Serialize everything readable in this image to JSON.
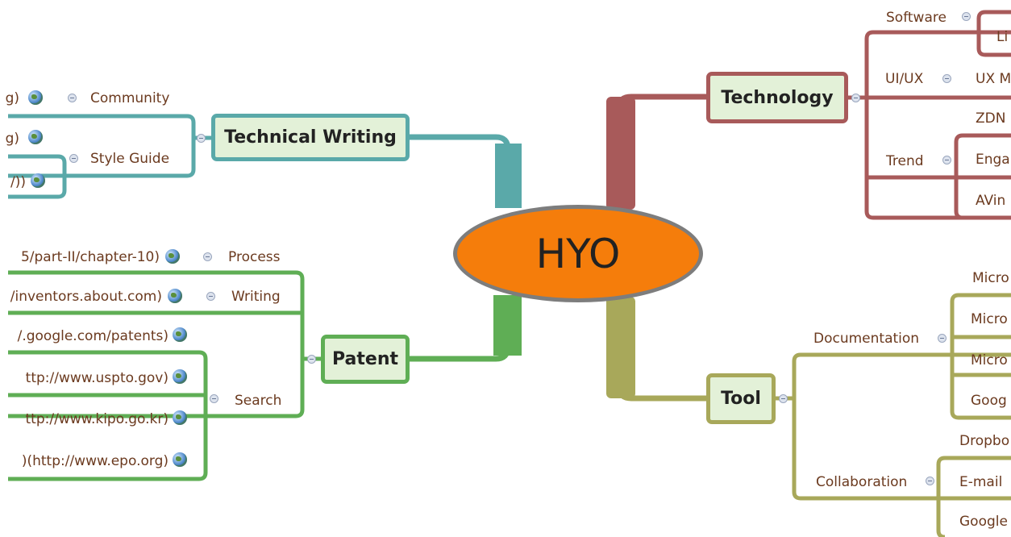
{
  "center": {
    "label": "HYO"
  },
  "branches": {
    "technical_writing": {
      "title": "Technical Writing",
      "children": {
        "community": "Community",
        "style_guide": "Style Guide"
      },
      "leaves": [
        "g)",
        "g)",
        "/))"
      ]
    },
    "patent": {
      "title": "Patent",
      "children": {
        "process": "Process",
        "writing": "Writing",
        "search": "Search"
      },
      "leaves": [
        "5/part-II/chapter-10)",
        "/inventors.about.com)",
        "/.google.com/patents)",
        "ttp://www.uspto.gov)",
        "ttp://www.kipo.go.kr)",
        ")(http://www.epo.org)"
      ]
    },
    "technology": {
      "title": "Technology",
      "children": {
        "software": "Software",
        "ui_ux": "UI/UX",
        "trend": "Trend"
      },
      "leaves": [
        "Li",
        "UX M",
        "ZDN",
        "Enga",
        "AVin"
      ]
    },
    "tool": {
      "title": "Tool",
      "children": {
        "documentation": "Documentation",
        "collaboration": "Collaboration"
      },
      "leaves": [
        "Micro",
        "Micro",
        "Micro",
        "Goog",
        "Dropbo",
        "E-mail",
        "Google"
      ]
    }
  },
  "colors": {
    "teal": "#5aa9a9",
    "green": "#5fae55",
    "rose": "#a85a5a",
    "olive": "#a8a85a",
    "center_fill": "#f57d0b",
    "label": "#6b3a1f"
  },
  "icons": [
    "globe-icon",
    "collapse-icon"
  ]
}
